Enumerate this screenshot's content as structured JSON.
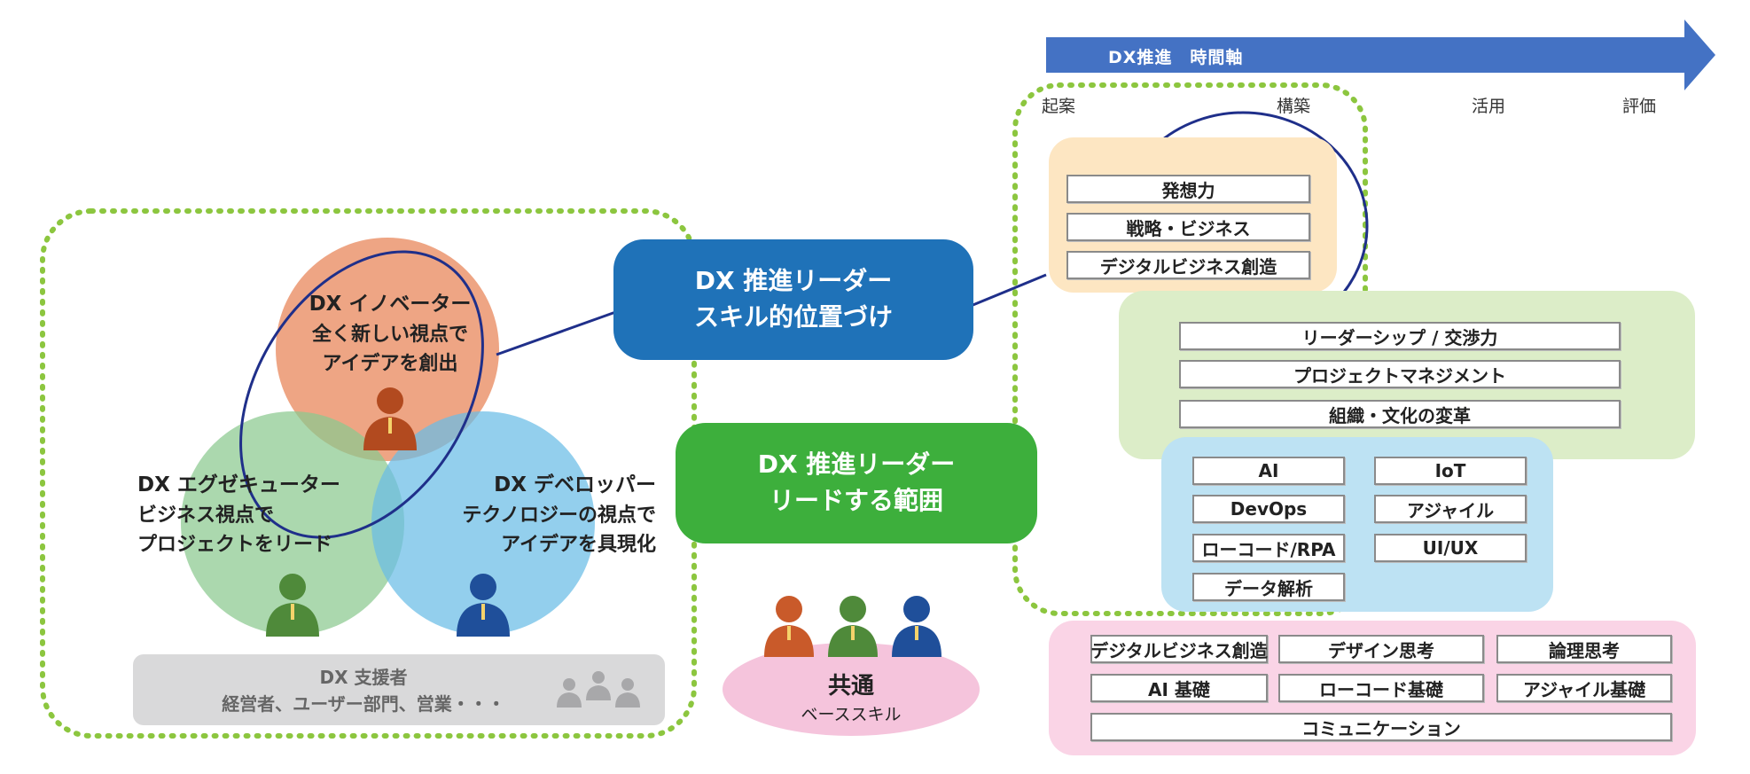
{
  "timeline": {
    "arrow_label": "DX推進　時間軸",
    "phases": [
      "起案",
      "構築",
      "活用",
      "評価"
    ]
  },
  "center": {
    "position_pill": {
      "line1": "DX 推進リーダー",
      "line2": "スキル的位置づけ"
    },
    "lead_pill": {
      "line1": "DX 推進リーダー",
      "line2": "リードする範囲"
    }
  },
  "roles": {
    "innovator": {
      "title": "DX イノベーター",
      "line1": "全く新しい視点で",
      "line2": "アイデアを創出"
    },
    "executor": {
      "title": "DX エグゼキューター",
      "line1": "ビジネス視点で",
      "line2": "プロジェクトをリード"
    },
    "developer": {
      "title": "DX デベロッパー",
      "line1": "テクノロジーの視点で",
      "line2": "アイデアを具現化"
    }
  },
  "support": {
    "title": "DX 支援者",
    "members": "経営者、ユーザー部門、営業・・・"
  },
  "common": {
    "title": "共通",
    "subtitle": "ベーススキル"
  },
  "skills": {
    "ideation": [
      "発想力",
      "戦略・ビジネス",
      "デジタルビジネス創造"
    ],
    "management": [
      "リーダーシップ / 交渉力",
      "プロジェクトマネジメント",
      "組織・文化の変革"
    ],
    "technology": [
      "AI",
      "IoT",
      "DevOps",
      "アジャイル",
      "ローコード/RPA",
      "UI/UX",
      "データ解析"
    ],
    "base": [
      "デジタルビジネス創造",
      "デザイン思考",
      "論理思考",
      "AI 基礎",
      "ローコード基礎",
      "アジャイル基礎",
      "コミュニケーション"
    ]
  },
  "colors": {
    "arrow": "#4472c4",
    "position_pill": "#1f72b8",
    "lead_pill": "#3daf3c",
    "innovator": "#e98c61",
    "executor": "#8ac98f",
    "developer": "#69bde6",
    "ideation_bg": "#fde6c2",
    "management_bg": "#dcedc8",
    "technology_bg": "#bde2f3",
    "base_bg": "#fad4e6",
    "dotted_border": "#8cc63f",
    "ellipse": "#1f2f8a"
  }
}
